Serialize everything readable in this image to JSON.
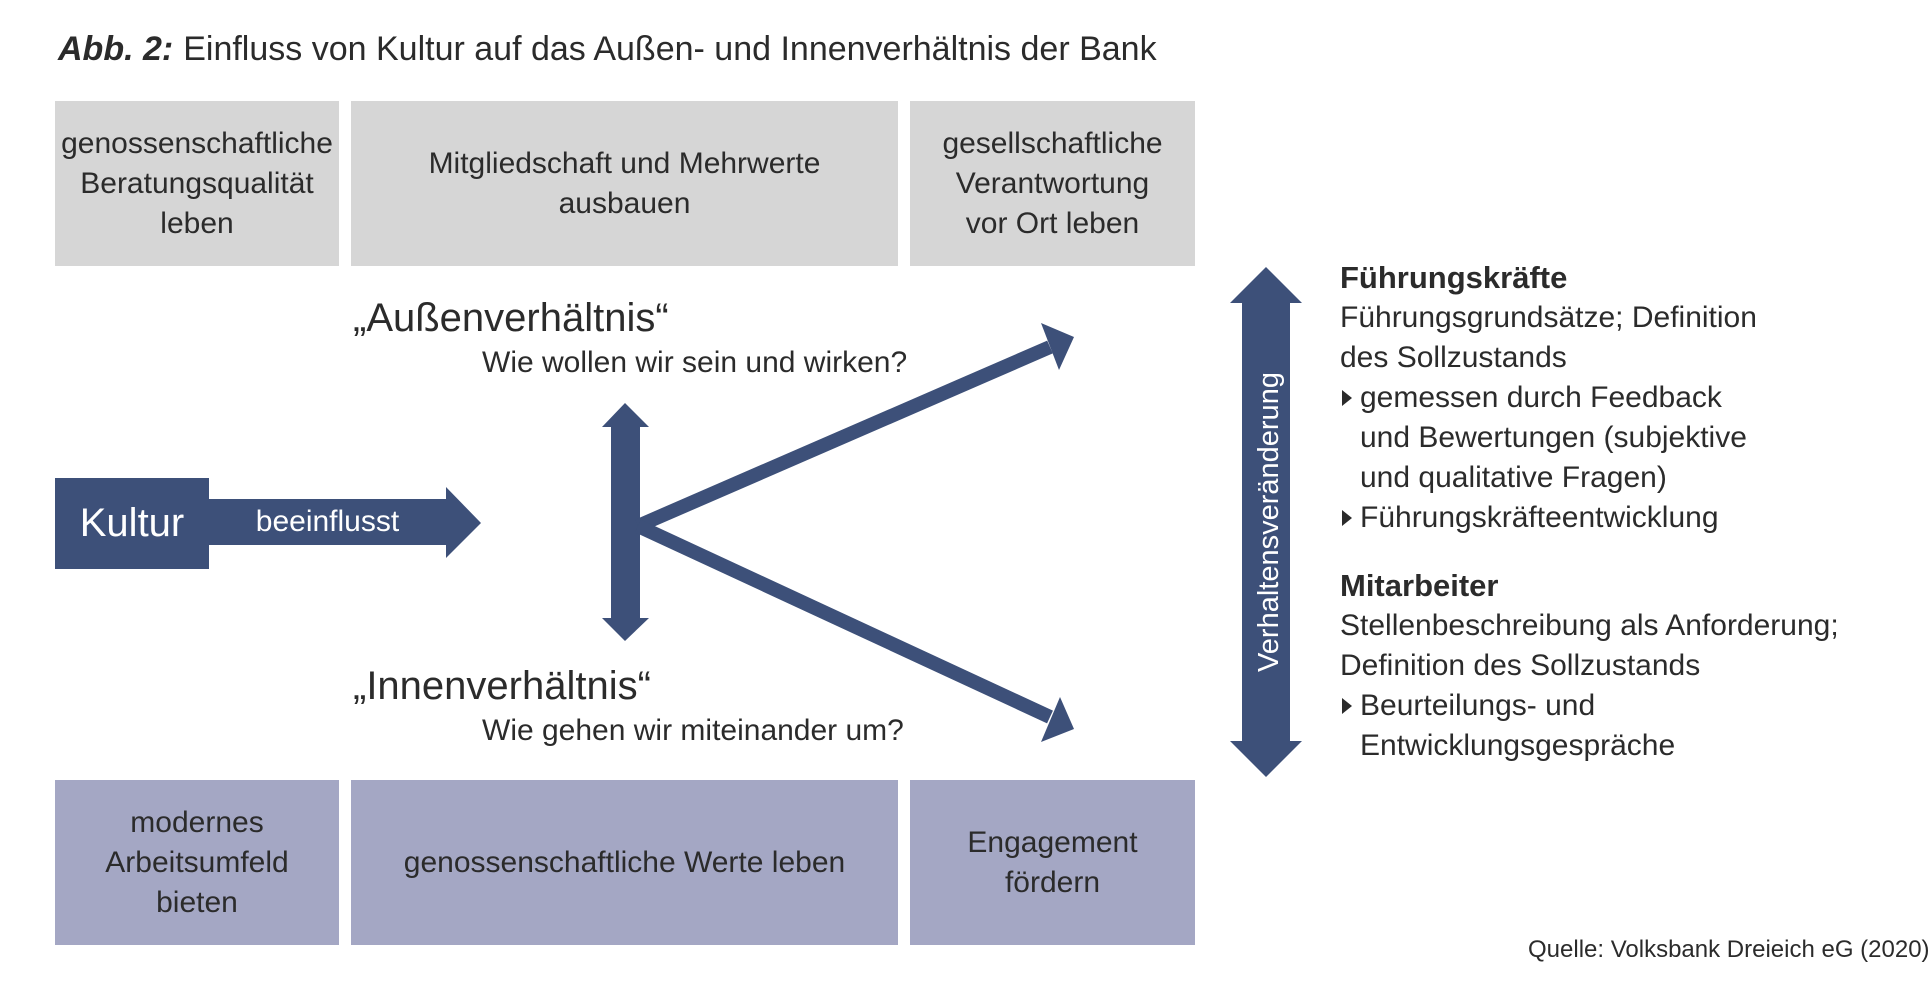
{
  "title": {
    "number": "Abb. 2:",
    "text": "Einfluss von Kultur auf das Außen- und Innenverhältnis der Bank"
  },
  "top_boxes": [
    {
      "label": "genossenschaftliche\nBeratungsqualität\nleben"
    },
    {
      "label": "Mitgliedschaft und Mehrwerte ausbauen"
    },
    {
      "label": "gesellschaftliche\nVerantwortung\nvor Ort leben"
    }
  ],
  "bottom_boxes": [
    {
      "label": "modernes\nArbeitsumfeld bieten"
    },
    {
      "label": "genossenschaftliche Werte leben"
    },
    {
      "label": "Engagement\nfördern"
    }
  ],
  "kultur": {
    "label": "Kultur",
    "arrow_label": "beeinflusst"
  },
  "outer": {
    "heading": "„Außenverhältnis“",
    "question": "Wie wollen wir sein und wirken?"
  },
  "inner": {
    "heading": "„Innenverhältnis“",
    "question": "Wie gehen wir miteinander um?"
  },
  "vertical_arrow_label": "Verhaltensveränderung",
  "fuehrung": {
    "heading": "Führungskräfte",
    "text": "Führungsgrundsätze; Definition des Sollzustands",
    "bullets": [
      "gemessen durch Feedback und Bewertungen (subjektive und qualitative Fragen)",
      "Führungskräfteentwicklung"
    ]
  },
  "mitarbeiter": {
    "heading": "Mitarbeiter",
    "text": "Stellenbeschreibung als Anforderung; Definition des Sollzustands",
    "bullets": [
      "Beurteilungs- und Entwicklungsgespräche"
    ]
  },
  "source": "Quelle: Volksbank Dreieich eG (2020)",
  "colors": {
    "navy": "#3d5079",
    "grey_box": "#d6d6d6",
    "lavender_box": "#a4a7c4",
    "text": "#2b2b2b"
  }
}
